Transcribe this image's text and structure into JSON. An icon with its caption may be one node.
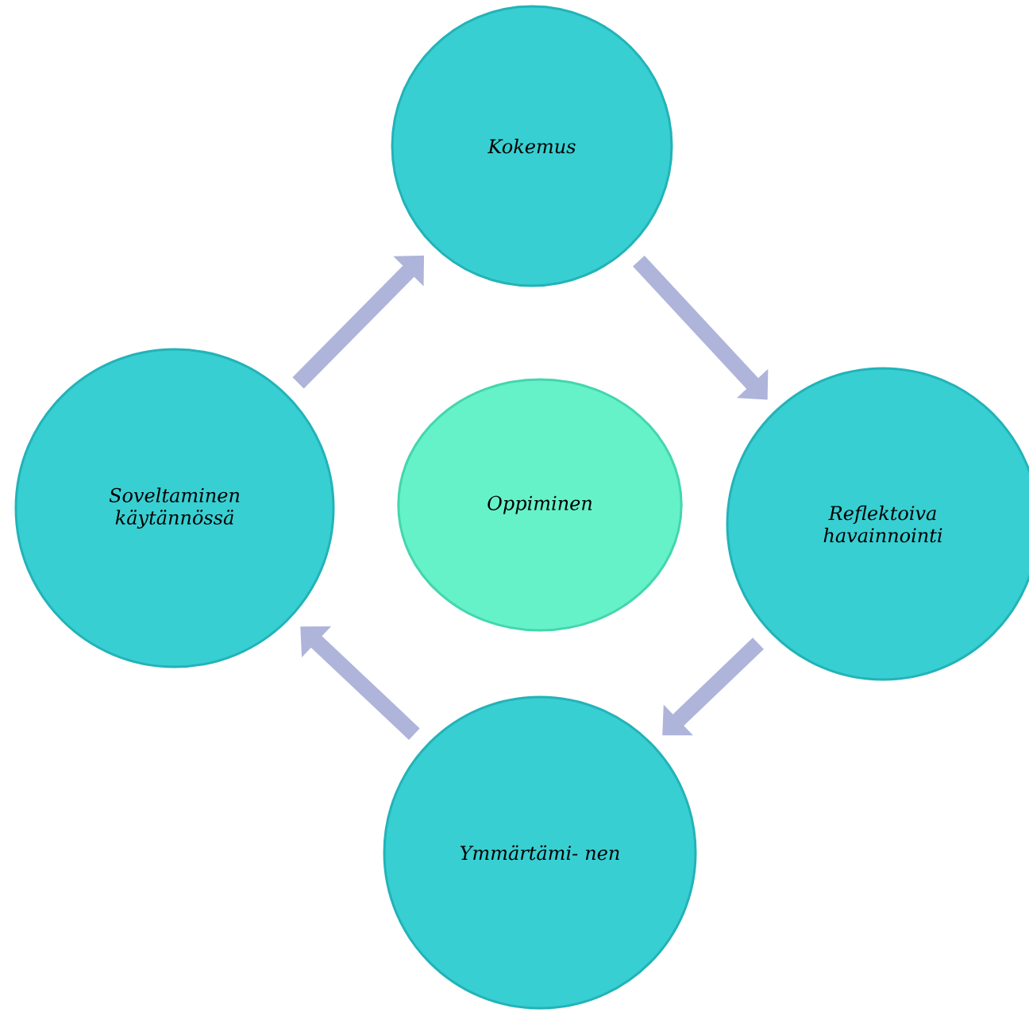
{
  "diagram": {
    "nodes": [
      {
        "text": [
          "Kokemus"
        ]
      },
      {
        "text": [
          "Soveltaminen käytännössä"
        ]
      },
      {
        "text": [
          "Oppiminen"
        ]
      },
      {
        "text": [
          "Reflektoiva havainnointi"
        ]
      },
      {
        "text": [
          "Ymmärtämi- nen"
        ]
      }
    ],
    "edges": [
      {
        "from": 0,
        "to": 3,
        "arrow": "to"
      },
      {
        "from": 3,
        "to": 4,
        "arrow": "to"
      },
      {
        "from": 4,
        "to": 1,
        "arrow": "to"
      },
      {
        "from": 1,
        "to": 0,
        "arrow": "to"
      }
    ]
  }
}
